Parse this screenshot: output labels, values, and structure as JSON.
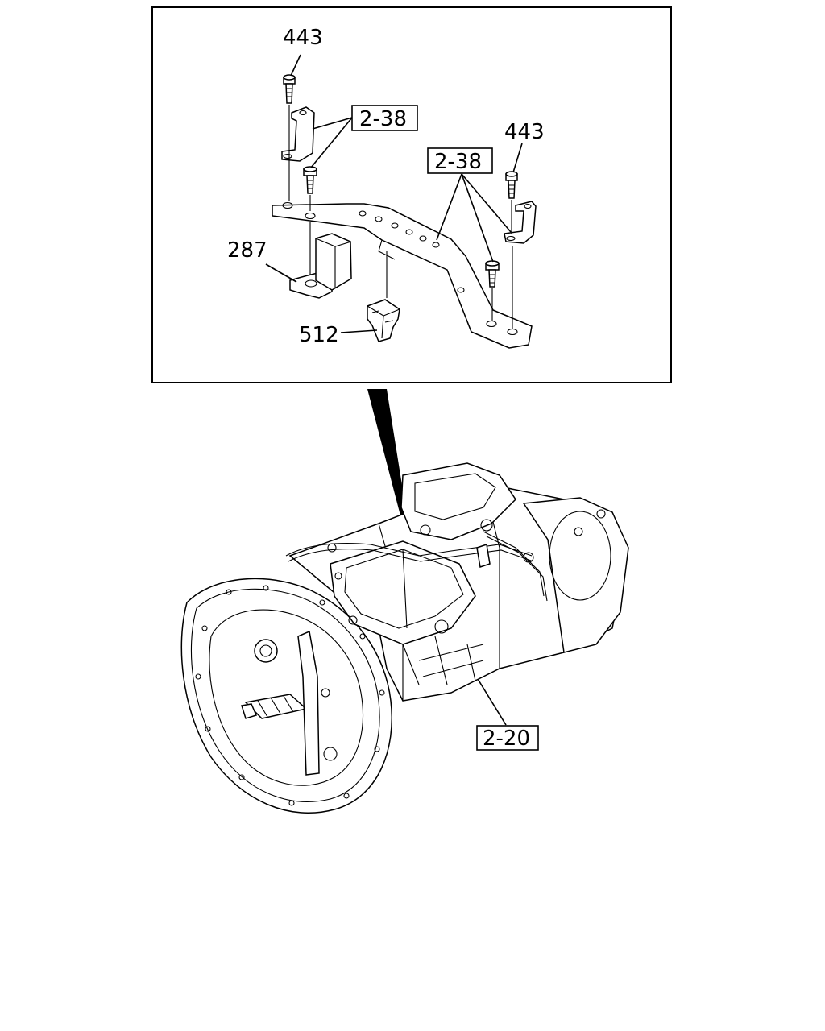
{
  "callouts": {
    "bolt_left": "443",
    "bolt_right": "443",
    "ref_upper": "2-38",
    "ref_middle": "2-38",
    "cushion": "287",
    "clip": "512",
    "ref_transmission": "2-20"
  }
}
